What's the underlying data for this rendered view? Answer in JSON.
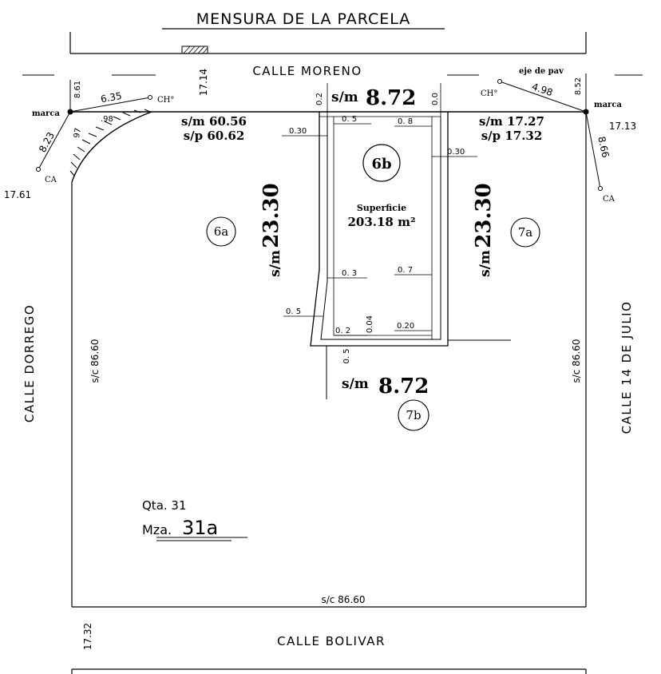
{
  "title": "MENSURA DE LA PARCELA",
  "streets": {
    "north": "CALLE MORENO",
    "south": "CALLE BOLIVAR",
    "west": "CALLE DORREGO",
    "east": "CALLE 14 DE JULIO"
  },
  "block": {
    "quinta": "Qta. 31",
    "manzana_prefix": "Mza.",
    "manzana": "31a"
  },
  "block_dims": {
    "north_left_sm": "s/m 60.56",
    "north_left_sp": "s/p 60.62",
    "north_right_sm": "s/m 17.27",
    "north_right_sp": "s/p 17.32",
    "west": "s/c 86.60",
    "east": "s/c 86.60",
    "south": "s/c 86.60"
  },
  "street_widths": {
    "top_center": "17.14",
    "top_left": "17.61",
    "top_right": "17.13",
    "bottom_left": "17.32"
  },
  "corner_left": {
    "marca": "marca",
    "ch": "CH°",
    "ca": "CA",
    "d1": "6.35",
    "d2": "8.23",
    "d3": "8.61",
    "d4": ".98",
    "d5": "97"
  },
  "corner_right": {
    "marca": "marca",
    "eje": "eje de pav",
    "ch": "CH°",
    "ca": "CA",
    "d1": "4.98",
    "d2": "8.52",
    "d3": "8.66"
  },
  "parcel": {
    "id": "6b",
    "front_prefix": "s/m",
    "front": "8.72",
    "back_prefix": "s/m",
    "back": "8.72",
    "side_prefix": "s/m",
    "side_left": "23.30",
    "side_right": "23.30",
    "area_label": "Superficie",
    "area": "203.18 m²",
    "offsets": {
      "top_left": "0.2",
      "top_right": "0.0",
      "l1": "0.30",
      "l2": "0. 5",
      "r1": "0. 8",
      "r2": "0.30",
      "m1": "0. 3",
      "m2": "0. 7",
      "b1": "0. 5",
      "b2": "0. 2",
      "b3": "0.04",
      "b4": "0.20",
      "b5": "0. 5"
    }
  },
  "neighbors": {
    "left": "6a",
    "right": "7a",
    "bottom": "7b"
  }
}
